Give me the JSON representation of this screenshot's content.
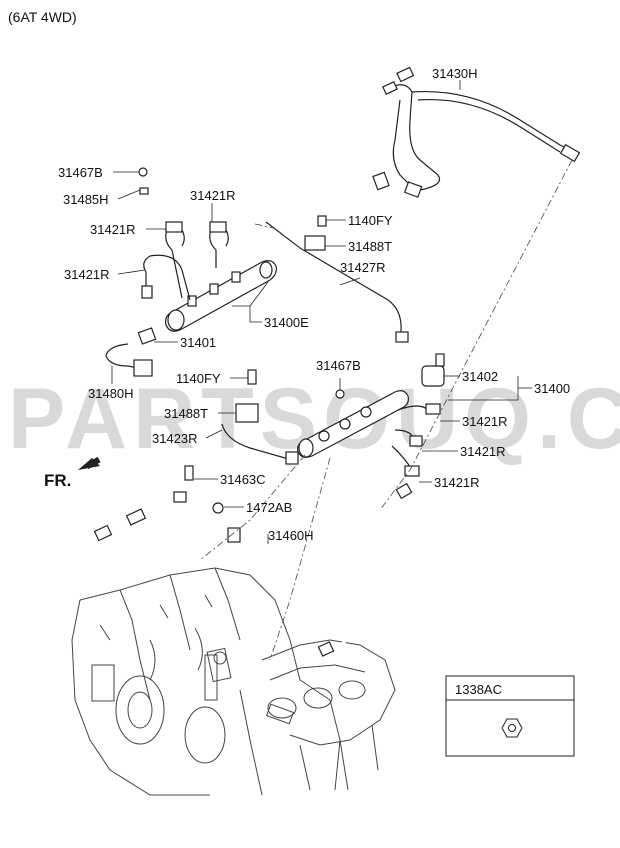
{
  "header": {
    "variant": "(6AT 4WD)"
  },
  "watermark": "PARTSOUQ.COM",
  "direction_label": "FR.",
  "inset": {
    "label": "1338AC"
  },
  "callouts": [
    {
      "id": "31430H",
      "text": "31430H"
    },
    {
      "id": "31467B_a",
      "text": "31467B"
    },
    {
      "id": "31485H",
      "text": "31485H"
    },
    {
      "id": "31421R_a",
      "text": "31421R"
    },
    {
      "id": "31421R_b",
      "text": "31421R"
    },
    {
      "id": "31421R_c",
      "text": "31421R"
    },
    {
      "id": "1140FY_a",
      "text": "1140FY"
    },
    {
      "id": "31488T_a",
      "text": "31488T"
    },
    {
      "id": "31427R",
      "text": "31427R"
    },
    {
      "id": "31400E",
      "text": "31400E"
    },
    {
      "id": "31401",
      "text": "31401"
    },
    {
      "id": "31480H",
      "text": "31480H"
    },
    {
      "id": "1140FY_b",
      "text": "1140FY"
    },
    {
      "id": "31467B_b",
      "text": "31467B"
    },
    {
      "id": "31402",
      "text": "31402"
    },
    {
      "id": "31400",
      "text": "31400"
    },
    {
      "id": "31488T_b",
      "text": "31488T"
    },
    {
      "id": "31421R_d",
      "text": "31421R"
    },
    {
      "id": "31423R",
      "text": "31423R"
    },
    {
      "id": "31421R_e",
      "text": "31421R"
    },
    {
      "id": "31463C",
      "text": "31463C"
    },
    {
      "id": "31421R_f",
      "text": "31421R"
    },
    {
      "id": "1472AB",
      "text": "1472AB"
    },
    {
      "id": "31460H",
      "text": "31460H"
    }
  ]
}
